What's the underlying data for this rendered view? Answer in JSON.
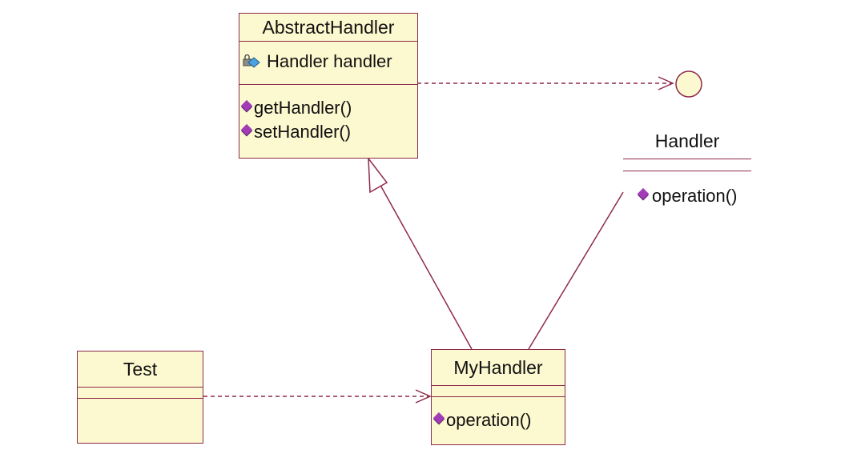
{
  "diagram": {
    "classes": [
      {
        "id": "abstract-handler",
        "name": "AbstractHandler",
        "attributes": [
          "Handler handler"
        ],
        "operations": [
          "getHandler()",
          "setHandler()"
        ]
      },
      {
        "id": "handler",
        "name": "Handler",
        "attributes": [],
        "operations": [
          "operation()"
        ]
      },
      {
        "id": "my-handler",
        "name": "MyHandler",
        "attributes": [],
        "operations": [
          "operation()"
        ]
      },
      {
        "id": "test",
        "name": "Test",
        "attributes": [],
        "operations": []
      }
    ],
    "relationships": [
      {
        "from": "AbstractHandler",
        "to": "Handler",
        "type": "dependency"
      },
      {
        "from": "MyHandler",
        "to": "AbstractHandler",
        "type": "generalization"
      },
      {
        "from": "MyHandler",
        "to": "Handler",
        "type": "realization"
      },
      {
        "from": "Test",
        "to": "MyHandler",
        "type": "dependency"
      }
    ],
    "colors": {
      "class_fill": "#fcf8cf",
      "class_border": "#8e2a4a",
      "connector": "#8e2a4a",
      "operation_icon": "#a23bb8"
    }
  }
}
